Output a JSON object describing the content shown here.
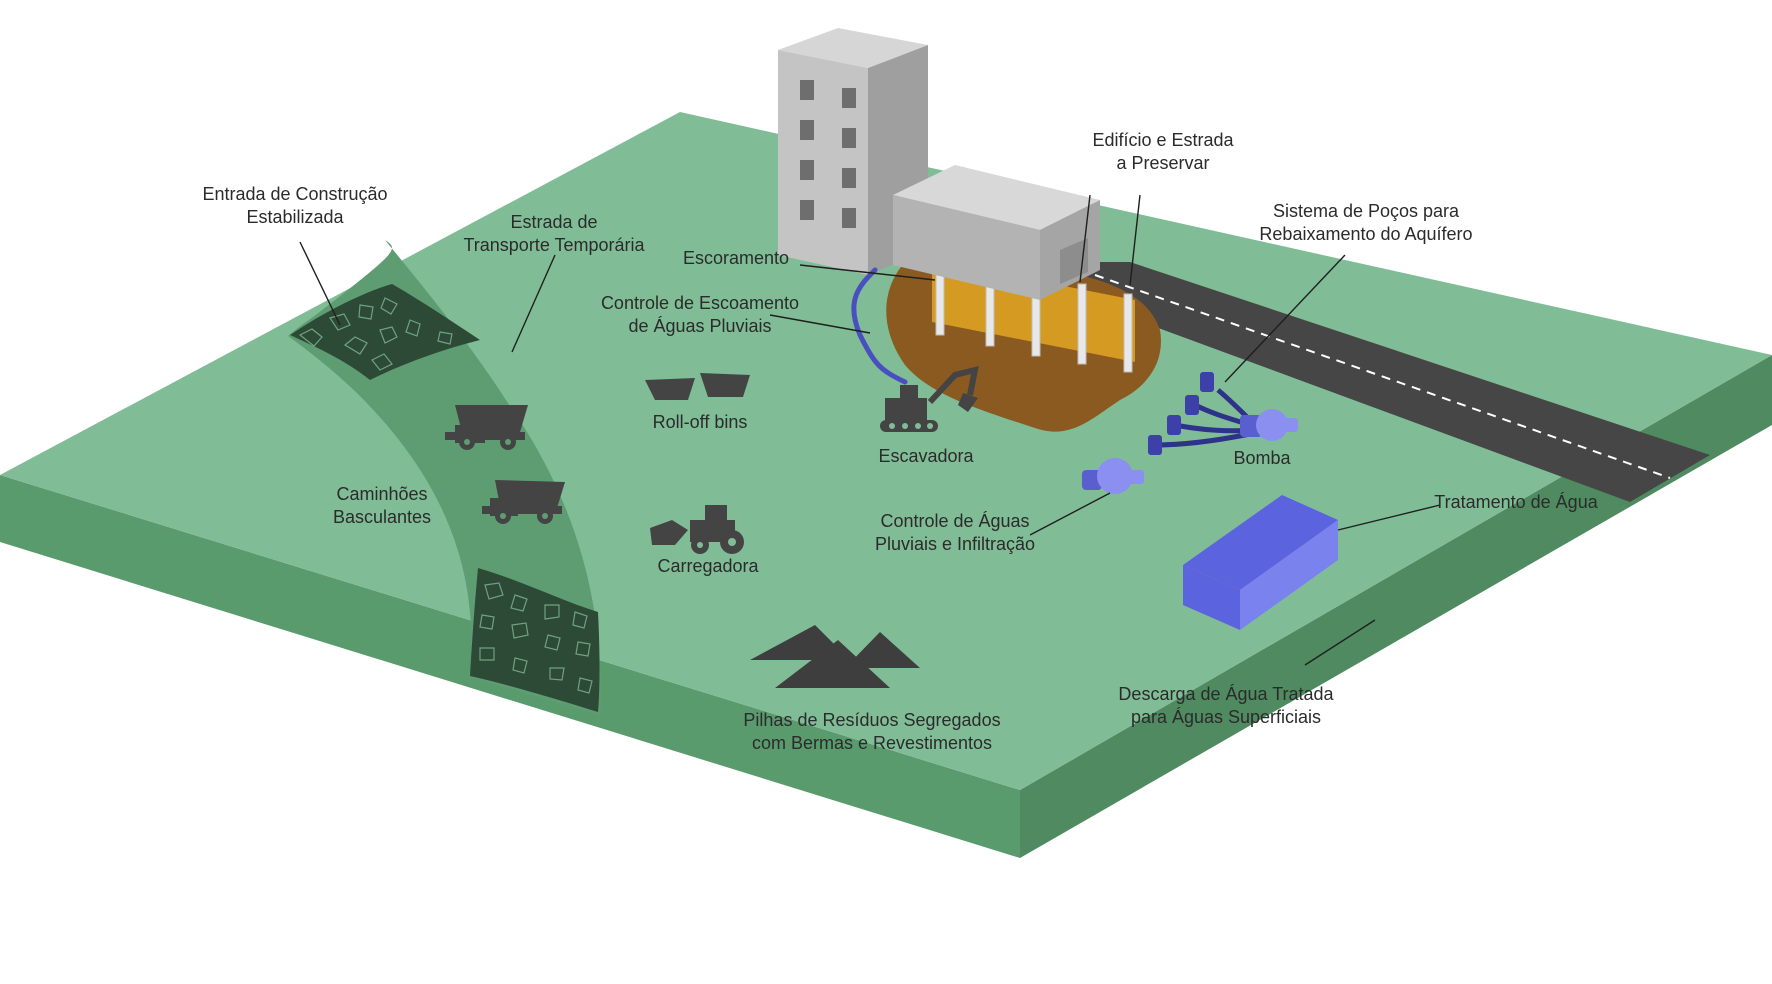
{
  "labels": {
    "stabilized_entrance": [
      "Entrada de Construção",
      "Estabilizada"
    ],
    "temporary_road": [
      "Estrada de",
      "Transporte Temporária"
    ],
    "shoring": [
      "Escoramento"
    ],
    "stormwater_runoff": [
      "Controle de Escoamento",
      "de Águas Pluviais"
    ],
    "preserve": [
      "Edifício e Estrada",
      "a Preservar"
    ],
    "dewatering": [
      "Sistema de Poços para",
      "Rebaixamento do Aquífero"
    ],
    "roll_off": [
      "Roll-off bins"
    ],
    "excavator": [
      "Escavadora"
    ],
    "pump": [
      "Bomba"
    ],
    "dump_trucks": [
      "Caminhões",
      "Basculantes"
    ],
    "loader": [
      "Carregadora"
    ],
    "stormwater_infiltration": [
      "Controle de Águas",
      "Pluviais e Infiltração"
    ],
    "water_treatment": [
      "Tratamento de Água"
    ],
    "waste_piles": [
      "Pilhas de Resíduos Segregados",
      "com Bermas e Revestimentos"
    ],
    "discharge": [
      "Descarga de Água Tratada",
      "para Águas Superficiais"
    ]
  },
  "colors": {
    "ground_top": "#80bd97",
    "ground_front": "#5a9b6e",
    "ground_side": "#4f8a61",
    "road_zone": "#5e9d72",
    "gravel": "#2d4a36",
    "asphalt": "#464646",
    "excavation": "#8b5a20",
    "shoring": "#d49a22",
    "water_treatment": "#6a72e6",
    "pump": "#8a8ff0",
    "equipment": "#444444",
    "building": "#b9b9b9",
    "leader_line": "#1f1f1f"
  },
  "icons": [
    "dump-truck-icon",
    "loader-icon",
    "roll-off-bin-icon",
    "excavator-icon",
    "pump-icon",
    "waste-pile-icon",
    "building-icon"
  ]
}
